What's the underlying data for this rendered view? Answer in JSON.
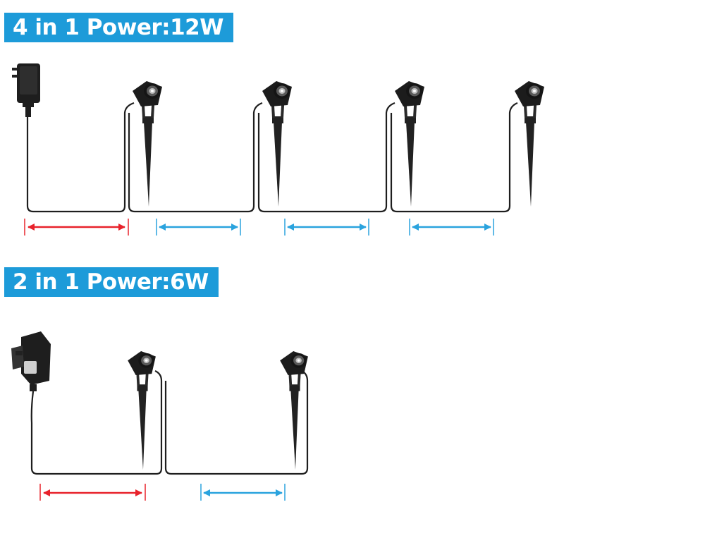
{
  "sections": [
    {
      "title": "4 in 1 Power:12W",
      "lights": 4,
      "adapter_icon": "us-plug-adapter-icon",
      "light_icon": "garden-spotlight-icon"
    },
    {
      "title": "2 in 1 Power:6W",
      "lights": 2,
      "adapter_icon": "uk-plug-adapter-icon",
      "light_icon": "garden-spotlight-icon"
    }
  ],
  "colors": {
    "banner_bg": "#1d9bd9",
    "banner_text": "#ffffff",
    "power_cable_arrow": "#e8222b",
    "extension_cable_arrow": "#2aa3de",
    "cable": "#1e1e1e",
    "light_body": "#222222"
  }
}
